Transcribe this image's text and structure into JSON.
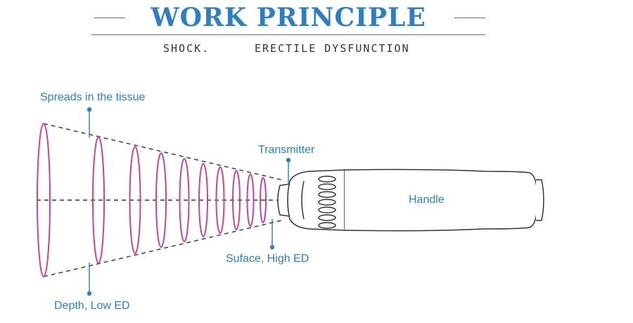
{
  "header": {
    "title": "WORK PRINCIPLE",
    "subtitle_left": "SHOCK.",
    "subtitle_right": "ERECTILE DYSFUNCTION"
  },
  "labels": {
    "spreads": "Spreads in the tissue",
    "depth": "Depth, Low ED",
    "transmitter": "Transmitter",
    "surface": "Suface, High ED",
    "handle": "Handle"
  },
  "colors": {
    "accent": "#2f7ec4",
    "wave": "#c2479b",
    "outline": "#333333"
  }
}
